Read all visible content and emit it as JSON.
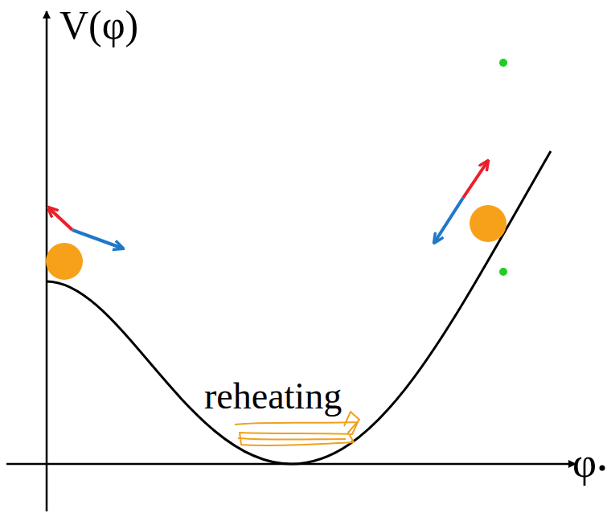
{
  "diagram": {
    "labels": [
      "V(φ)",
      "reheating",
      "φ"
    ]
  }
}
